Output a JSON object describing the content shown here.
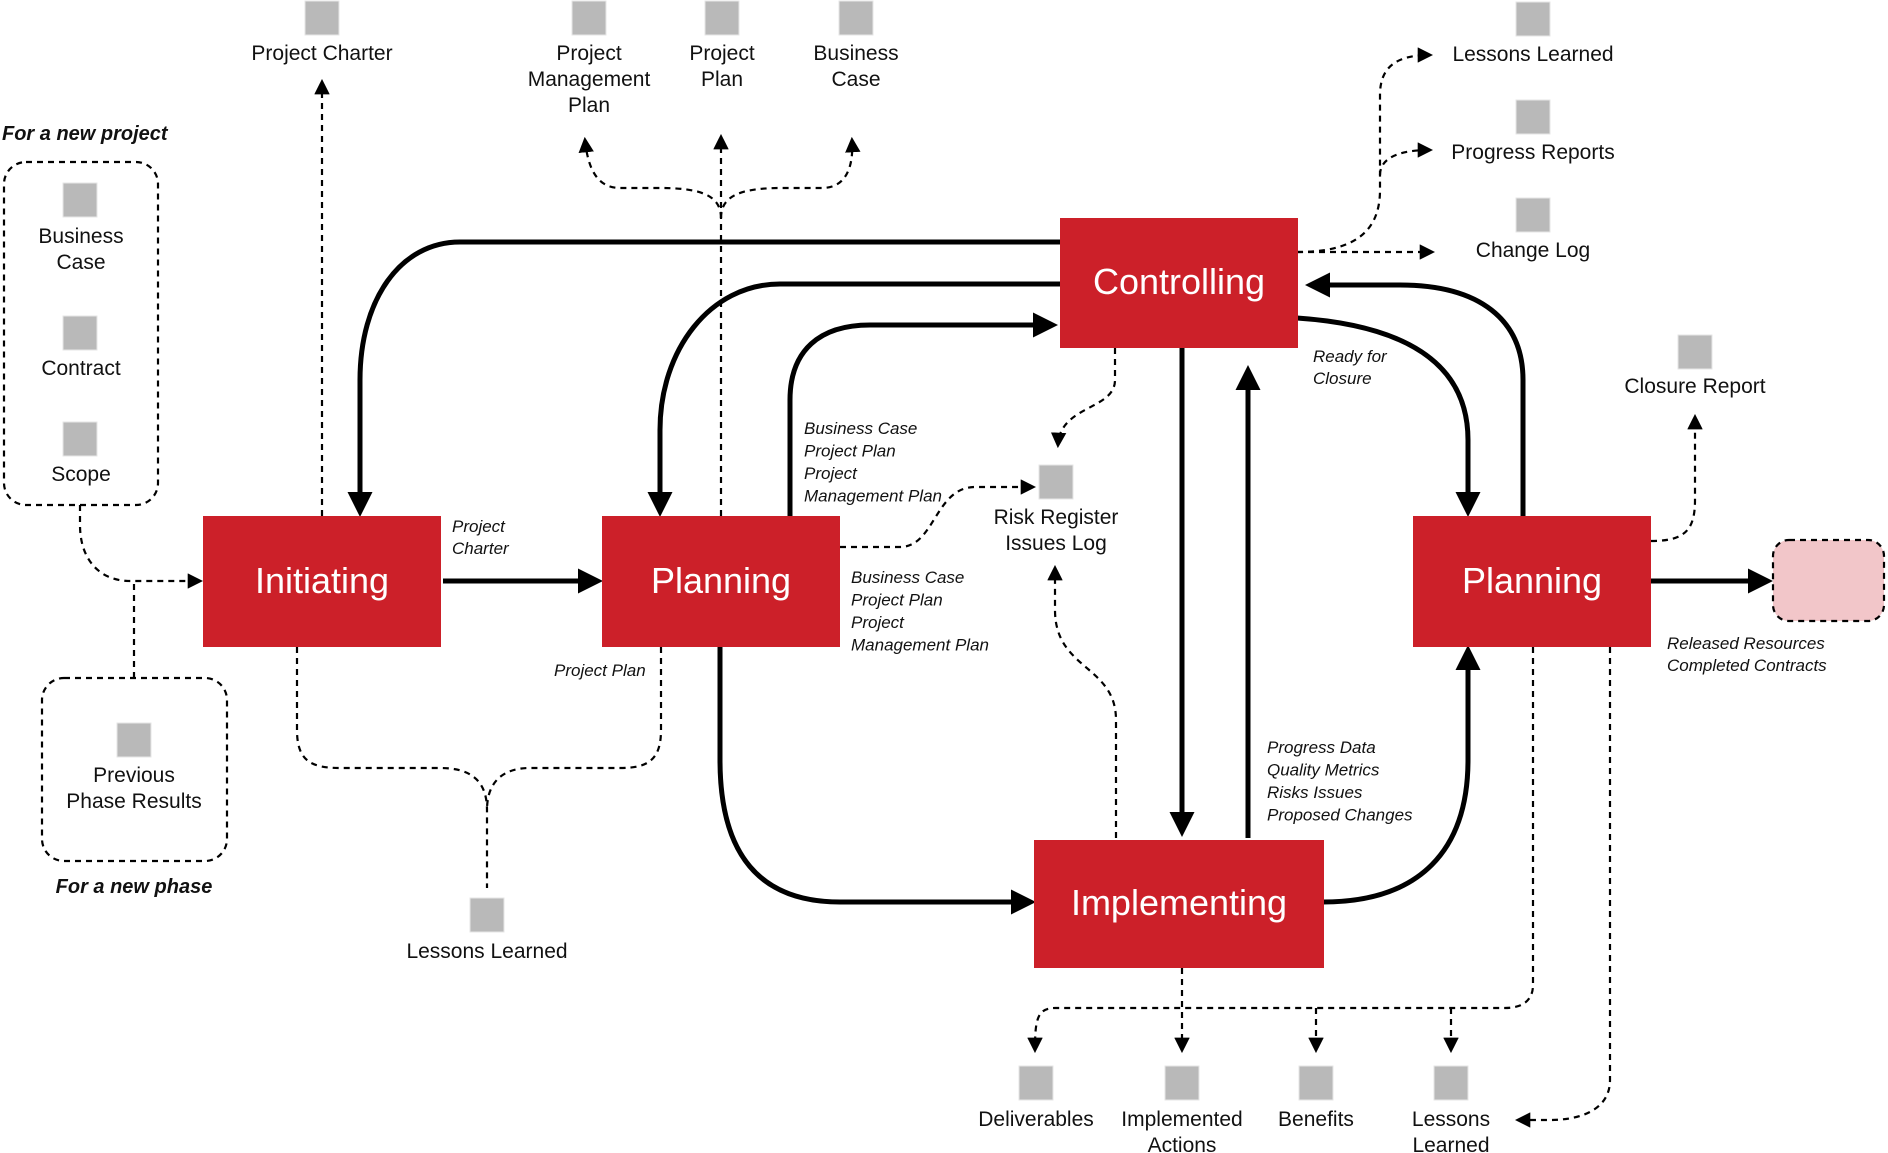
{
  "colors": {
    "process": "#cc2029",
    "process_text": "#ffffff",
    "doc_icon": "#b9b9b9",
    "end_node": "#f2c6c9",
    "line": "#000000"
  },
  "icon": "document-icon",
  "processes": {
    "initiating": "Initiating",
    "planning": "Planning",
    "controlling": "Controlling",
    "implementing": "Implementing",
    "closing": "Planning"
  },
  "groups": {
    "new_project": {
      "title": "For a new project",
      "items": [
        [
          "Business",
          "Case"
        ],
        [
          "Contract"
        ],
        [
          "Scope"
        ]
      ]
    },
    "new_phase": {
      "title": "For a new phase",
      "items": [
        [
          "Previous",
          "Phase Results"
        ]
      ]
    }
  },
  "documents": {
    "project_charter": [
      "Project Charter"
    ],
    "project_management_plan": [
      "Project",
      "Management",
      "Plan"
    ],
    "project_plan": [
      "Project",
      "Plan"
    ],
    "business_case": [
      "Business",
      "Case"
    ],
    "lessons_learned_top": [
      "Lessons Learned"
    ],
    "progress_reports": [
      "Progress Reports"
    ],
    "change_log": [
      "Change Log"
    ],
    "closure_report": [
      "Closure Report"
    ],
    "risk_register": [
      "Risk Register",
      "Issues Log"
    ],
    "lessons_learned_left": [
      "Lessons Learned"
    ],
    "deliverables": [
      "Deliverables"
    ],
    "implemented_actions": [
      "Implemented",
      "Actions"
    ],
    "benefits": [
      "Benefits"
    ],
    "lessons_learned_bottom": [
      "Lessons",
      "Learned"
    ]
  },
  "annotations": {
    "project_charter_flow": [
      "Project",
      "Charter"
    ],
    "project_plan_flow": [
      "Project Plan"
    ],
    "planning_to_controlling": [
      "Business Case",
      "Project Plan",
      "Project",
      "Management Plan"
    ],
    "planning_outputs": [
      "Business Case",
      "Project Plan",
      "Project",
      "Management Plan"
    ],
    "ready_for_closure": [
      "Ready for",
      "Closure"
    ],
    "progress_data": [
      "Progress Data",
      "Quality Metrics",
      "Risks Issues",
      "Proposed Changes"
    ],
    "released_resources": [
      "Released Resources",
      "Completed Contracts"
    ]
  }
}
